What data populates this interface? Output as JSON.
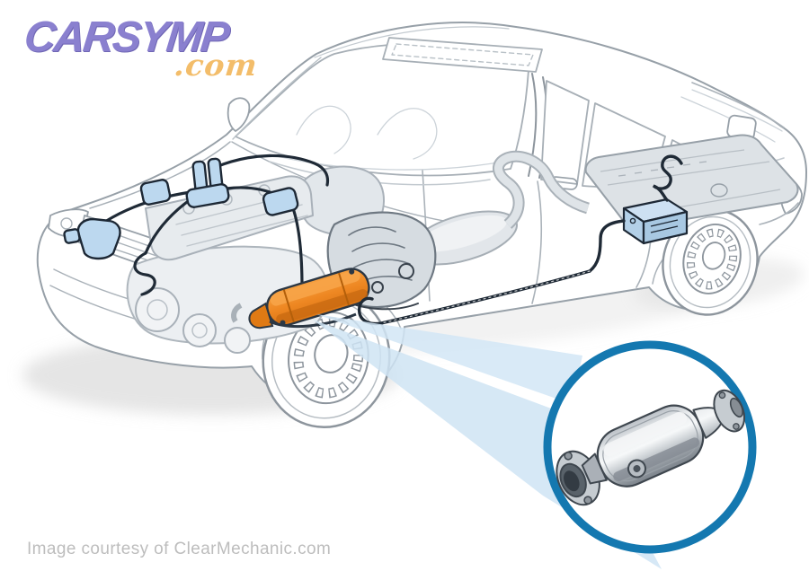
{
  "logo": {
    "brand": "CARSYMP",
    "tld": ".com"
  },
  "caption": "Image courtesy of ClearMechanic.com",
  "illustration": {
    "subject": "Sedan cutaway diagram showing catalytic converter location",
    "highlighted_part": "catalytic converter",
    "callout": "magnified catalytic converter in blue-ringed circle",
    "colors": {
      "highlight_orange": "#ee8722",
      "callout_ring_blue": "#1478b0",
      "beam_blue": "#cfe4f4",
      "component_blue": "#bcd8ef",
      "wire_navy": "#1f2a36",
      "outline_gray": "#97a0a8",
      "logo_purple": "#8a80cf",
      "logo_tld_orange": "#f3bd6a",
      "caption_gray": "#bdbdbd"
    }
  }
}
